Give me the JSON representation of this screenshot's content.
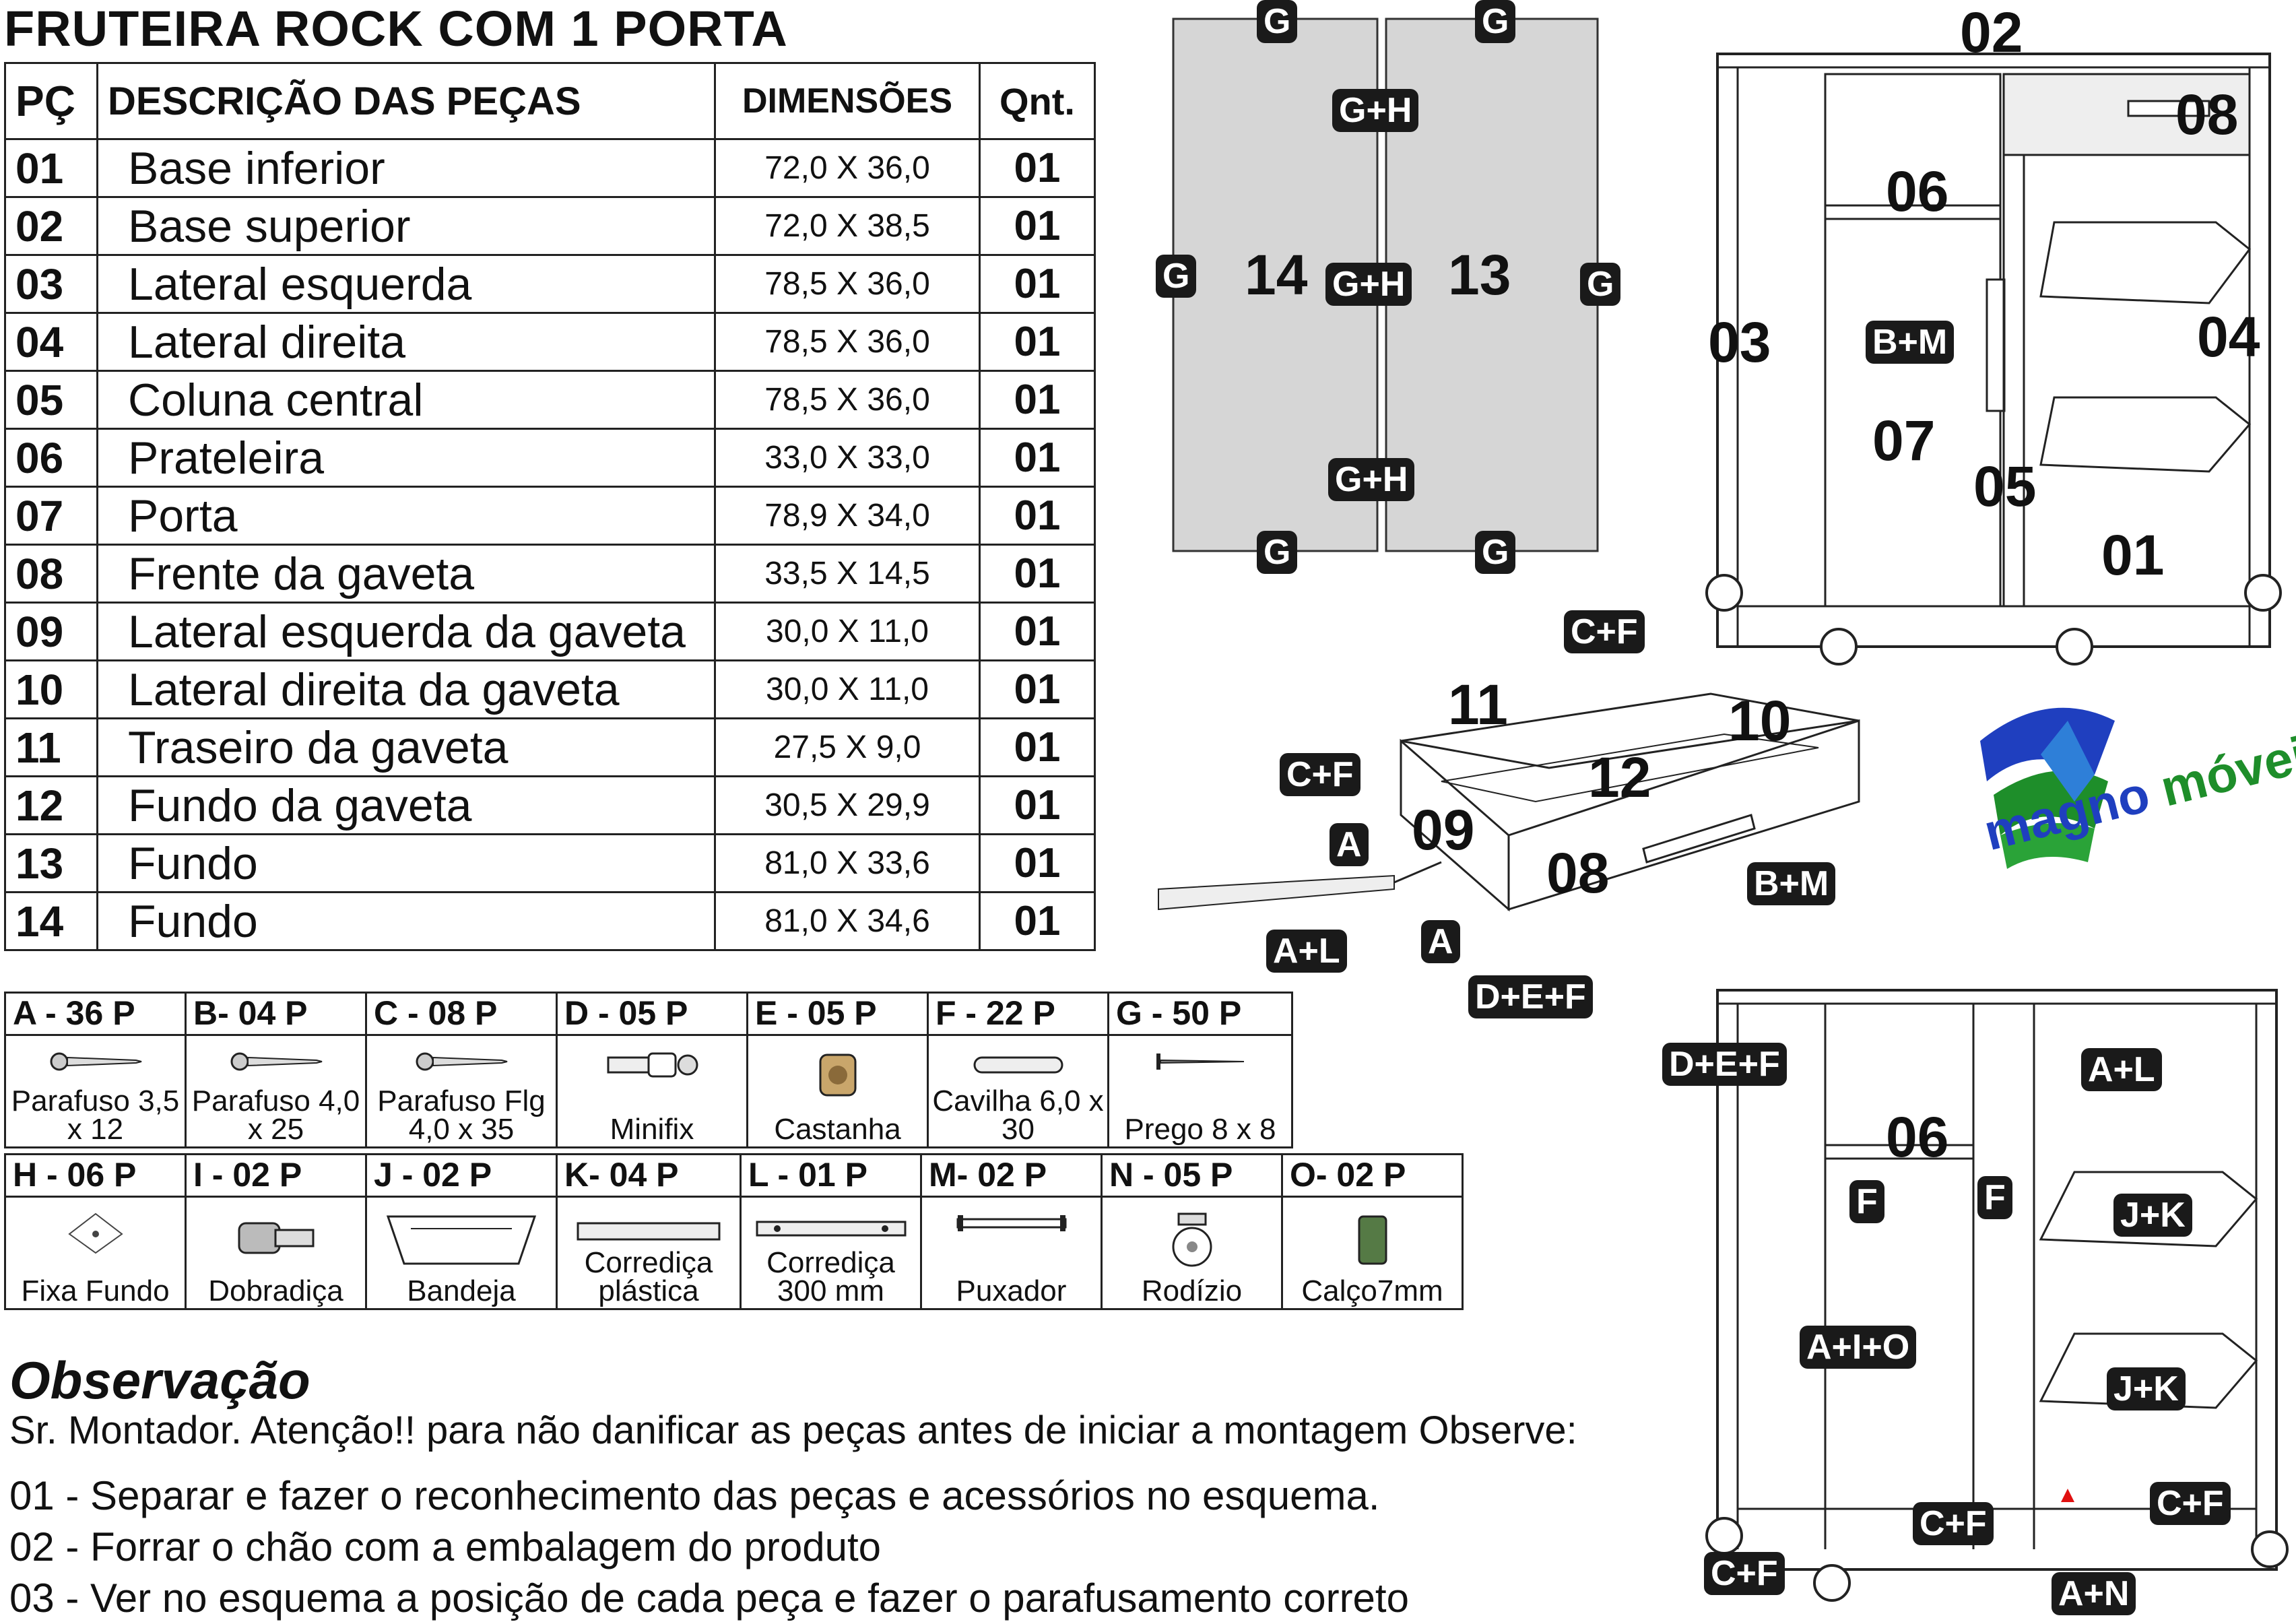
{
  "title": "FRUTEIRA ROCK COM 1 PORTA",
  "parts_table": {
    "headers": [
      "PÇ",
      "DESCRIÇÃO DAS PEÇAS",
      "DIMENSÕES",
      "Qnt."
    ],
    "rows": [
      [
        "01",
        "Base inferior",
        "72,0 X 36,0",
        "01"
      ],
      [
        "02",
        "Base superior",
        "72,0 X 38,5",
        "01"
      ],
      [
        "03",
        "Lateral esquerda",
        "78,5 X 36,0",
        "01"
      ],
      [
        "04",
        "Lateral direita",
        "78,5 X 36,0",
        "01"
      ],
      [
        "05",
        "Coluna central",
        "78,5 X 36,0",
        "01"
      ],
      [
        "06",
        "Prateleira",
        "33,0 X 33,0",
        "01"
      ],
      [
        "07",
        "Porta",
        "78,9 X 34,0",
        "01"
      ],
      [
        "08",
        "Frente da gaveta",
        "33,5 X 14,5",
        "01"
      ],
      [
        "09",
        "Lateral esquerda da gaveta",
        "30,0 X 11,0",
        "01"
      ],
      [
        "10",
        "Lateral direita da gaveta",
        "30,0 X 11,0",
        "01"
      ],
      [
        "11",
        "Traseiro da gaveta",
        "27,5 X 9,0",
        "01"
      ],
      [
        "12",
        "Fundo da gaveta",
        "30,5 X 29,9",
        "01"
      ],
      [
        "13",
        "Fundo",
        "81,0 X 33,6",
        "01"
      ],
      [
        "14",
        "Fundo",
        "81,0 X 34,6",
        "01"
      ]
    ]
  },
  "hardware_row1": [
    {
      "code": "A - 36 P",
      "label": "Parafuso 3,5 x 12",
      "icon": "screw-icon"
    },
    {
      "code": "B- 04 P",
      "label": "Parafuso 4,0 x 25",
      "icon": "screw-icon"
    },
    {
      "code": "C - 08 P",
      "label": "Parafuso Flg 4,0 x 35",
      "icon": "screw-icon"
    },
    {
      "code": "D - 05 P",
      "label": "Minifix",
      "icon": "minifix-icon"
    },
    {
      "code": "E - 05 P",
      "label": "Castanha",
      "icon": "cam-lock-icon"
    },
    {
      "code": "F - 22 P",
      "label": "Cavilha 6,0 x 30",
      "icon": "dowel-icon"
    },
    {
      "code": "G - 50 P",
      "label": "Prego 8 x 8",
      "icon": "nail-icon"
    }
  ],
  "hardware_row2": [
    {
      "code": "H - 06 P",
      "label": "Fixa Fundo",
      "icon": "back-fixer-icon"
    },
    {
      "code": "I - 02 P",
      "label": "Dobradiça",
      "icon": "hinge-icon"
    },
    {
      "code": "J - 02 P",
      "label": "Bandeja",
      "icon": "tray-icon"
    },
    {
      "code": "K- 04 P",
      "label": "Corrediça plástica",
      "icon": "plastic-slide-icon"
    },
    {
      "code": "L - 01 P",
      "label": "Corrediça 300 mm",
      "icon": "slide-rail-icon"
    },
    {
      "code": "M- 02 P",
      "label": "Puxador",
      "icon": "handle-icon"
    },
    {
      "code": "N - 05 P",
      "label": "Rodízio",
      "icon": "caster-icon"
    },
    {
      "code": "O- 02 P",
      "label": "Calço7mm",
      "icon": "shim-icon"
    }
  ],
  "observation": {
    "title": "Observação",
    "lines": [
      "Sr. Montador. Atenção!! para não danificar as peças antes de iniciar a montagem Observe:",
      "01 - Separar e fazer o reconhecimento das peças e acessórios no esquema.",
      "02 - Forrar o chão com a embalagem do produto",
      "03 - Ver no esquema a posição de cada peça e fazer o parafusamento correto"
    ]
  },
  "back_panels": {
    "left_number": "14",
    "right_number": "13",
    "tags": {
      "g": "G",
      "gh": "G+H"
    }
  },
  "cabinet_front": {
    "numbers": {
      "n02": "02",
      "n08": "08",
      "n06": "06",
      "n03": "03",
      "n04": "04",
      "n07": "07",
      "n05": "05",
      "n01": "01"
    },
    "tag_handle": "B+M"
  },
  "drawer": {
    "numbers": {
      "n11": "11",
      "n10": "10",
      "n12": "12",
      "n09": "09",
      "n08": "08"
    },
    "tags": {
      "cf1": "C+F",
      "cf2": "C+F",
      "a1": "A",
      "a2": "A",
      "al": "A+L",
      "bm": "B+M",
      "def": "D+E+F"
    }
  },
  "cabinet_interior": {
    "number_shelf": "06",
    "tags": {
      "def": "D+E+F",
      "al": "A+L",
      "f1": "F",
      "f2": "F",
      "jk1": "J+K",
      "aio": "A+I+O",
      "jk2": "J+K",
      "cf1": "C+F",
      "cf2": "C+F",
      "cf3": "C+F",
      "an": "A+N"
    }
  },
  "logo": {
    "word1": "magno",
    "word2": "móveis",
    "colors": {
      "blue": "#1f3fbf",
      "green": "#1e8e2a"
    }
  }
}
